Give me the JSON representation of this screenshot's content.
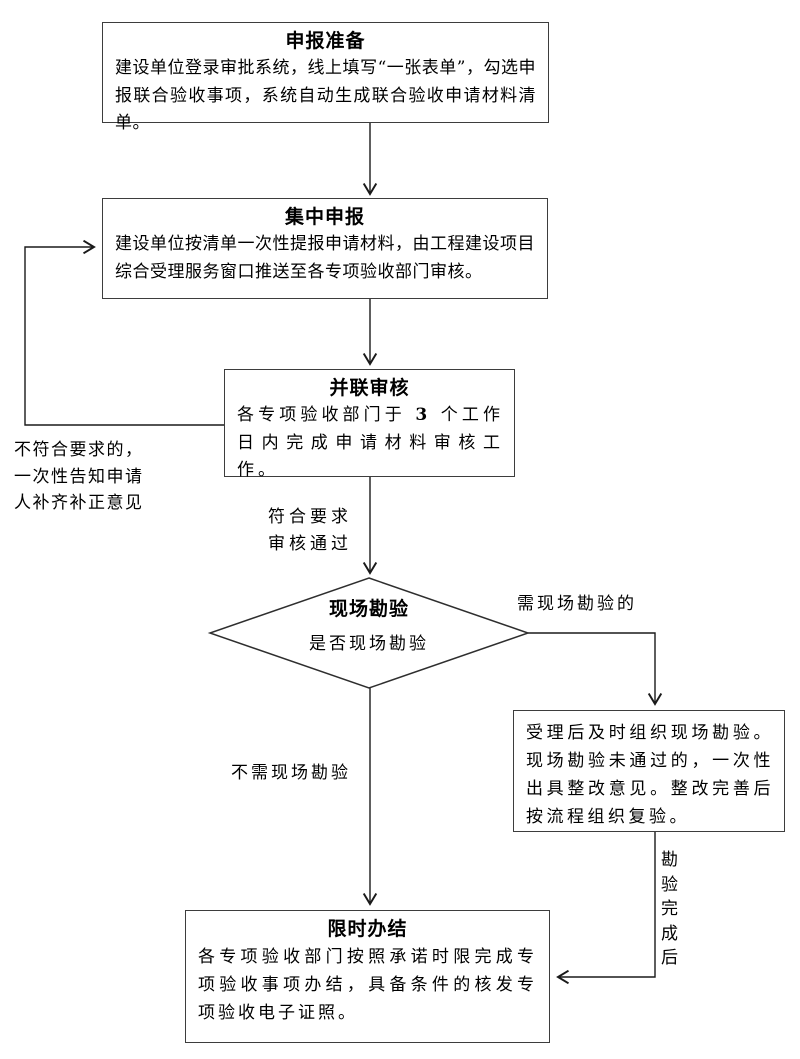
{
  "flowchart": {
    "nodes": {
      "prep": {
        "title": "申报准备",
        "body": "建设单位登录审批系统，线上填写“一张表单”，勾选申报联合验收事项，系统自动生成联合验收申请材料清单。"
      },
      "submit": {
        "title": "集中申报",
        "body": "建设单位按清单一次性提报申请材料，由工程建设项目综合受理服务窗口推送至各专项验收部门审核。"
      },
      "review": {
        "title": "并联审核",
        "body_pre": "各专项验收部门于 ",
        "body_num": "3",
        "body_post": " 个工作日内完成申请材料审核工作。"
      },
      "decision": {
        "title": "现场勘验",
        "subtitle": "是否现场勘验"
      },
      "survey": {
        "body": "受理后及时组织现场勘验。现场勘验未通过的，一次性出具整改意见。整改完善后按流程组织复验。"
      },
      "finish": {
        "title": "限时办结",
        "body": "各专项验收部门按照承诺时限完成专项验收事项办结，具备条件的核发专项验收电子证照。"
      }
    },
    "labels": {
      "reject": "不符合要求的，\n一次性告知申请\n人补齐补正意见",
      "approve": "符合要求\n审核通过",
      "need_survey": "需现场勘验的",
      "no_survey": "不需现场勘验",
      "survey_done": "勘验完成后"
    },
    "colors": {
      "line": "#1a1a1a",
      "border": "#3d3d3d",
      "text": "#000000",
      "background": "#ffffff"
    }
  }
}
